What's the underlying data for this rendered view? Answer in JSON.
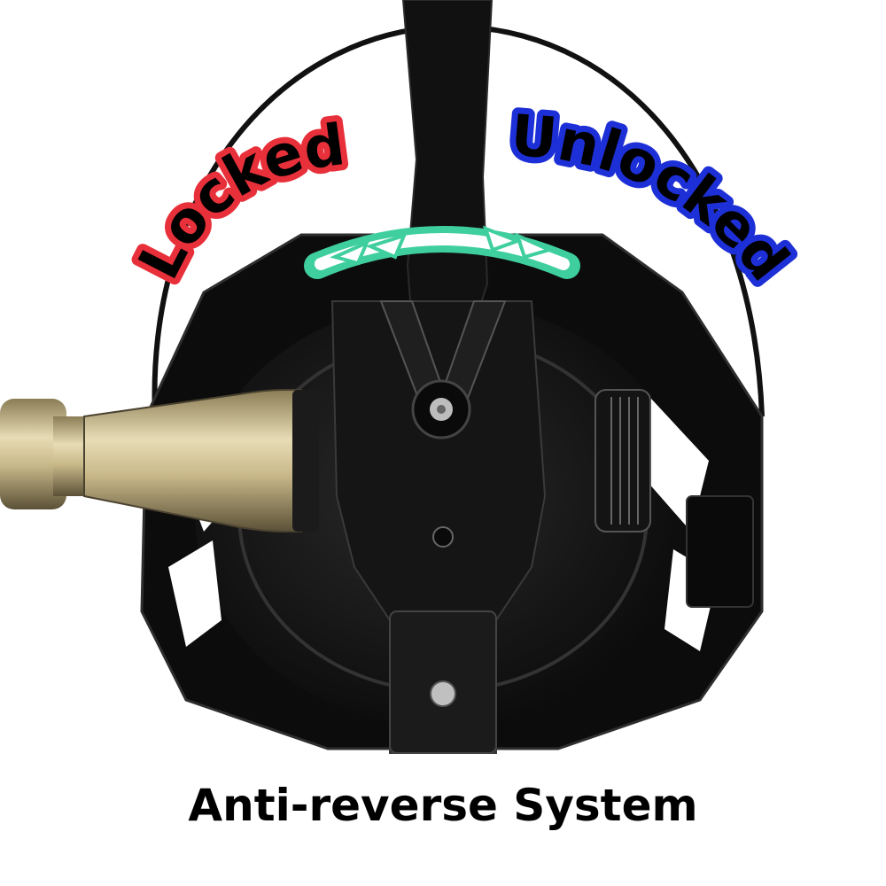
{
  "labels": {
    "locked": "Locked",
    "unlocked": "Unlocked",
    "caption": "Anti-reverse System"
  },
  "colors": {
    "locked_outline": "#e8303a",
    "unlocked_outline": "#1d2fd6",
    "arrow_fill": "#ffffff",
    "arrow_outline": "#3fcf9f",
    "reel_body": "#0f0f0f",
    "handle_gold": "#c9b98a"
  }
}
